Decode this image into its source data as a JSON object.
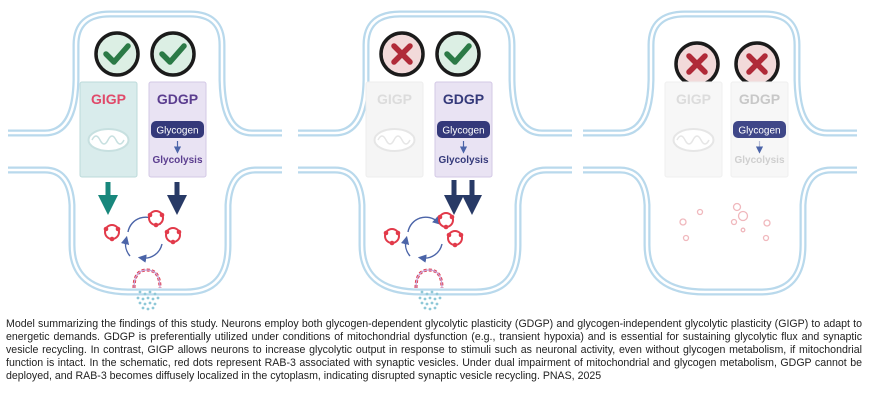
{
  "panels": [
    {
      "id": "panel-1",
      "badges": [
        "check",
        "check"
      ],
      "gigp": {
        "label": "GIGP",
        "active": true
      },
      "gdgp": {
        "label": "GDGP",
        "glycogen": "Glycogen",
        "glycolysis": "Glycolysis",
        "active": true
      },
      "arrows": "gigp-and-gdgp",
      "vesicle_recycling": true,
      "rab3_localization": "vesicle-associated"
    },
    {
      "id": "panel-2",
      "badges": [
        "cross",
        "check"
      ],
      "gigp": {
        "label": "GIGP",
        "active": false
      },
      "gdgp": {
        "label": "GDGP",
        "glycogen": "Glycogen",
        "glycolysis": "Glycolysis",
        "active": true
      },
      "arrows": "gdgp-double",
      "vesicle_recycling": true,
      "rab3_localization": "vesicle-associated"
    },
    {
      "id": "panel-3",
      "badges": [
        "cross",
        "cross"
      ],
      "gigp": {
        "label": "GIGP",
        "active": false
      },
      "gdgp": {
        "label": "GDGP",
        "glycogen": "Glycogen",
        "glycolysis": "Glycolysis",
        "active": false
      },
      "arrows": "none",
      "vesicle_recycling": false,
      "rab3_localization": "diffuse"
    }
  ],
  "colors": {
    "membrane_blue": "#b9d9ec",
    "gigp_box": "#d9ecec",
    "gigp_text": "#e04a6a",
    "gdgp_box": "#e9e3f3",
    "gdgp_text": "#5b3d8f",
    "glycogen_pill": "#34397a",
    "teal_arrow": "#18877c",
    "navy_arrow": "#283a66",
    "check_green": "#2b7a46",
    "cross_red": "#b02a38",
    "rab3_red": "#e23a4a"
  },
  "caption": "Model summarizing the findings of this study. Neurons employ both glycogen-dependent glycolytic plasticity (GDGP) and glycogen-independent glycolytic plasticity (GIGP) to adapt to energetic demands. GDGP is preferentially utilized under conditions of mitochondrial dysfunction (e.g., transient hypoxia) and is essential for sustaining glycolytic flux and synaptic vesicle recycling. In contrast, GIGP allows neurons to increase glycolytic output in response to stimuli such as neuronal activity, even without glycogen metabolism, if mitochondrial function is intact. In the schematic, red dots represent RAB-3 associated with synaptic vesicles. Under dual impairment of mitochondrial and glycogen metabolism, GDGP cannot be deployed, and RAB-3 becomes diffusely localized in the cytoplasm, indicating disrupted synaptic vesicle recycling. PNAS, 2025"
}
